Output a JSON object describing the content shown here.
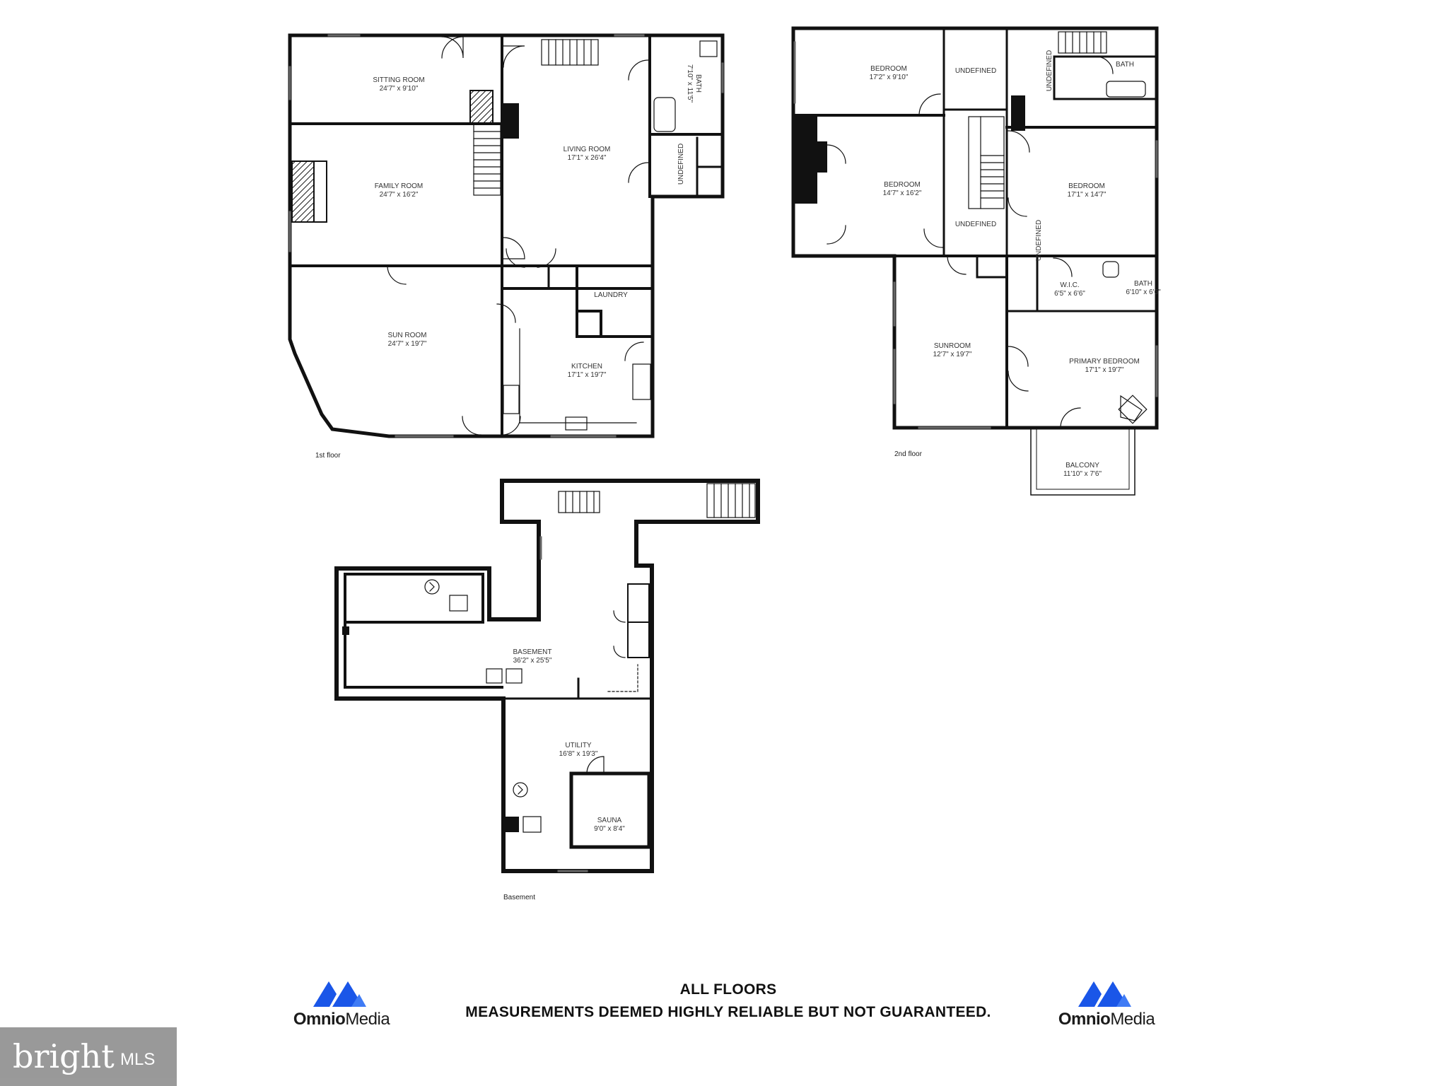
{
  "floors": {
    "first": {
      "caption": "1st floor",
      "rooms": [
        {
          "name": "SITTING ROOM",
          "dims": "24'7\" x 9'10\""
        },
        {
          "name": "FAMILY ROOM",
          "dims": "24'7\" x 16'2\""
        },
        {
          "name": "LIVING ROOM",
          "dims": "17'1\" x 26'4\""
        },
        {
          "name": "BATH",
          "dims": "7'10\" x 11'5\""
        },
        {
          "name": "UNDEFINED",
          "dims": ""
        },
        {
          "name": "SUN ROOM",
          "dims": "24'7\" x 19'7\""
        },
        {
          "name": "LAUNDRY",
          "dims": ""
        },
        {
          "name": "KITCHEN",
          "dims": "17'1\" x 19'7\""
        }
      ]
    },
    "second": {
      "caption": "2nd floor",
      "rooms": [
        {
          "name": "BEDROOM",
          "dims": "17'2\" x 9'10\""
        },
        {
          "name": "UNDEFINED",
          "dims": ""
        },
        {
          "name": "UNDEFINED",
          "dims": ""
        },
        {
          "name": "BATH",
          "dims": ""
        },
        {
          "name": "BEDROOM",
          "dims": "14'7\" x 16'2\""
        },
        {
          "name": "UNDEFINED",
          "dims": ""
        },
        {
          "name": "BEDROOM",
          "dims": "17'1\" x 14'7\""
        },
        {
          "name": "UNDEFINED",
          "dims": ""
        },
        {
          "name": "W.I.C.",
          "dims": "6'5\" x 6'6\""
        },
        {
          "name": "BATH",
          "dims": "6'10\" x 6'6\""
        },
        {
          "name": "SUNROOM",
          "dims": "12'7\" x 19'7\""
        },
        {
          "name": "PRIMARY BEDROOM",
          "dims": "17'1\" x 19'7\""
        },
        {
          "name": "BALCONY",
          "dims": "11'10\" x 7'6\""
        }
      ]
    },
    "basement": {
      "caption": "Basement",
      "rooms": [
        {
          "name": "BASEMENT",
          "dims": "36'2\" x 25'5\""
        },
        {
          "name": "UTILITY",
          "dims": "16'8\" x 19'3\""
        },
        {
          "name": "SAUNA",
          "dims": "9'0\" x 8'4\""
        }
      ]
    }
  },
  "footer": {
    "title": "ALL FLOORS",
    "disclaimer": "MEASUREMENTS DEEMED HIGHLY RELIABLE BUT NOT GUARANTEED."
  },
  "logos": {
    "brand_bold": "Omnio",
    "brand_thin": "Media",
    "color": "#1a56e8"
  },
  "watermark": {
    "word": "bright",
    "suffix": "MLS"
  },
  "colors": {
    "wall": "#111111",
    "thin": "#555555",
    "brand_blue": "#1a56e8"
  },
  "icons": [
    "omnio-logo-icon",
    "bright-mls-watermark-icon",
    "stairs-icon",
    "fireplace-icon",
    "water-heater-icon"
  ]
}
